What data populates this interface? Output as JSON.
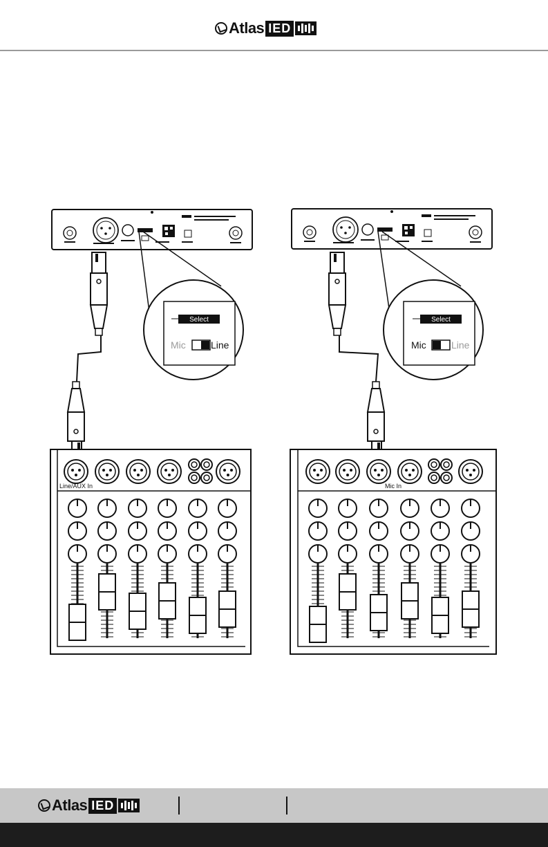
{
  "brand": {
    "word": "Atlas",
    "ied": "IED"
  },
  "left_panel": {
    "zoom_select_label": "Select",
    "zoom_mic_label": "Mic",
    "zoom_line_label": "Line",
    "switch_position": "Line",
    "mixer_input_label": "Line/AUX In"
  },
  "right_panel": {
    "zoom_select_label": "Select",
    "zoom_mic_label": "Mic",
    "zoom_line_label": "Line",
    "switch_position": "Mic",
    "mixer_input_label": "Mic In"
  },
  "colors": {
    "ink": "#111111",
    "grey_text": "#9a9a9a",
    "footer_band": "#c7c7c7",
    "footer_bar": "#1d1d1d"
  }
}
